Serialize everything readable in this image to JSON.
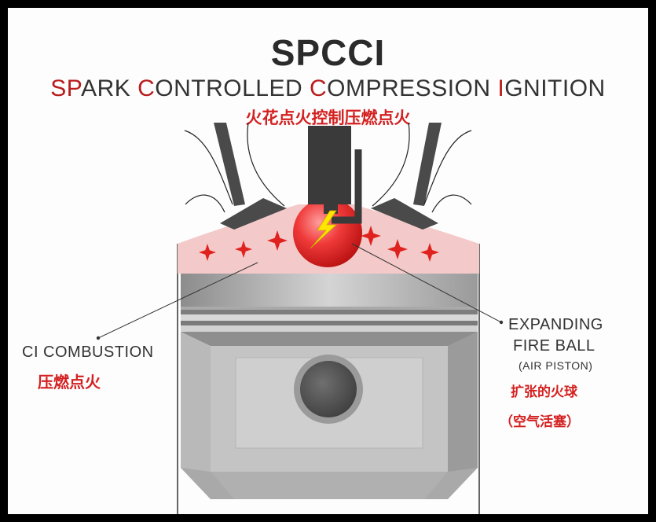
{
  "title": "SPCCI",
  "subtitle": {
    "parts": [
      {
        "text": "S",
        "highlight": true
      },
      {
        "text": "P",
        "highlight": true
      },
      {
        "text": "ARK ",
        "highlight": false
      },
      {
        "text": "C",
        "highlight": true
      },
      {
        "text": "ONTROLLED ",
        "highlight": false
      },
      {
        "text": "C",
        "highlight": true
      },
      {
        "text": "OMPRESSION ",
        "highlight": false
      },
      {
        "text": "I",
        "highlight": true
      },
      {
        "text": "GNITION",
        "highlight": false
      }
    ]
  },
  "subtitle_cn": "火花点火控制压燃点火",
  "labels": {
    "ci_combustion": "CI COMBUSTION",
    "ci_combustion_cn": "压燃点火",
    "expanding_line1": "EXPANDING",
    "expanding_line2": "FIRE BALL",
    "air_piston": "(AIR PISTON)",
    "expanding_cn": "扩张的火球",
    "air_piston_cn": "（空气活塞）"
  },
  "colors": {
    "accent_red": "#d42020",
    "highlight_red": "#b81c1c",
    "chamber_pink": "#f4c9c9",
    "fireball_red": "#e8292b",
    "spark_yellow": "#ffe600",
    "piston_gray": "#c6c6c6",
    "injector_dark": "#3a3a3a"
  },
  "icons": {
    "spark": "lightning-bolt",
    "ignition_points": "four-point-star"
  }
}
